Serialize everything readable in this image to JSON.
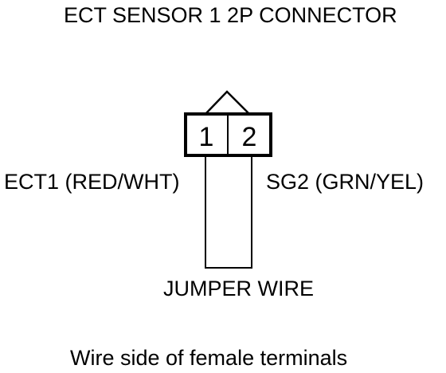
{
  "title": "ECT SENSOR 1 2P CONNECTOR",
  "connector": {
    "terminals": [
      "1",
      "2"
    ]
  },
  "labels": {
    "left": "ECT1 (RED/WHT)",
    "right": "SG2 (GRN/YEL)",
    "jumper": "JUMPER WIRE"
  },
  "caption": "Wire side of female terminals",
  "colors": {
    "line": "#000000",
    "background": "#ffffff"
  }
}
